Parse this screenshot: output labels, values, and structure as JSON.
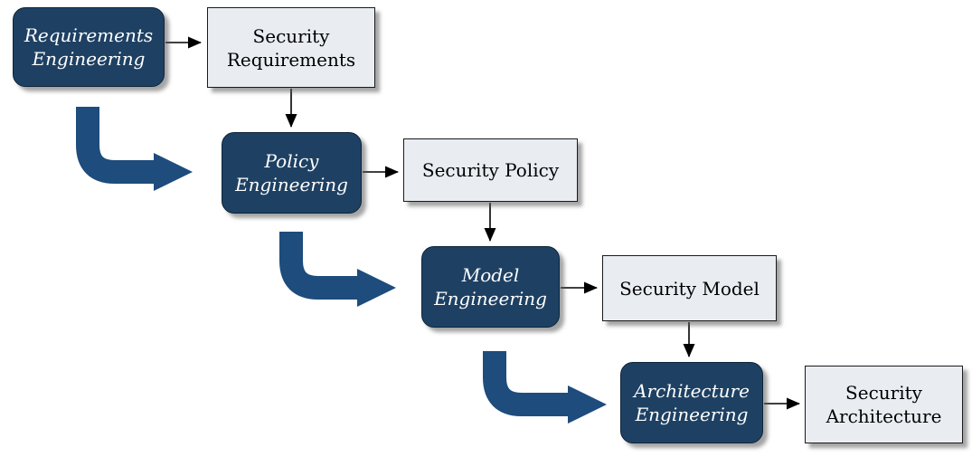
{
  "diagram": {
    "process_nodes": [
      {
        "label": "Requirements Engineering"
      },
      {
        "label": "Policy Engineering"
      },
      {
        "label": "Model Engineering"
      },
      {
        "label": "Architecture Engineering"
      }
    ],
    "artifact_nodes": [
      {
        "label": "Security Requirements"
      },
      {
        "label": "Security Policy"
      },
      {
        "label": "Security Model"
      },
      {
        "label": "Security Architecture"
      }
    ],
    "colors": {
      "process_fill": "#1e4163",
      "process_text": "#ffffff",
      "artifact_fill": "#e9edf2",
      "artifact_border": "#1a1a1a",
      "flow_arrow_blue": "#1d4c7d",
      "connector_black": "#000000"
    }
  }
}
